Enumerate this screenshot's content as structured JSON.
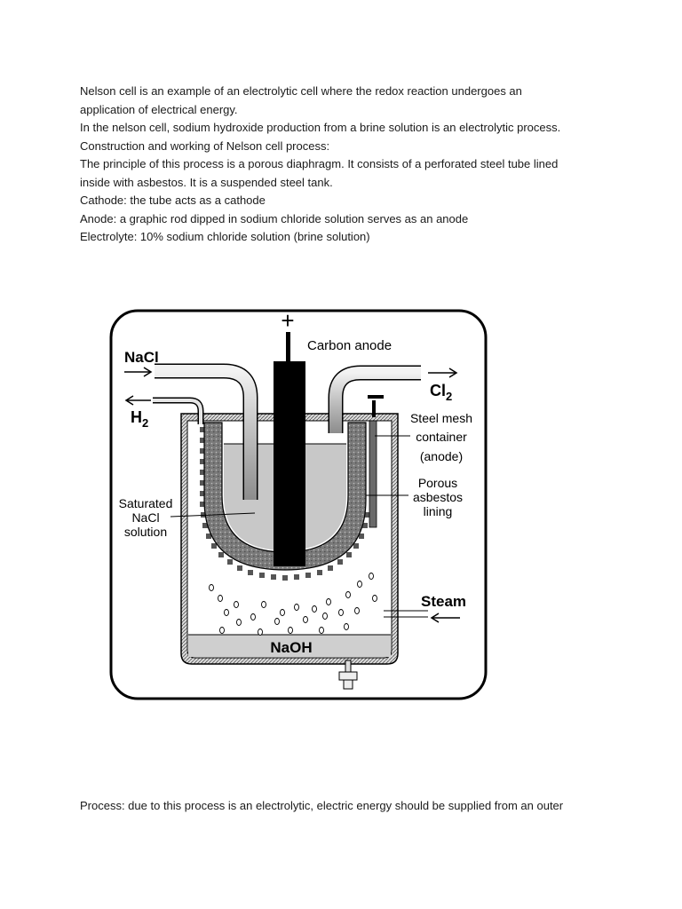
{
  "document": {
    "paragraphs": [
      "Nelson cell is an example of an electrolytic cell where the redox reaction undergoes an",
      "application of electrical energy.",
      "In the nelson cell, sodium hydroxide production from a brine solution is an electrolytic process.",
      "Construction and working of Nelson cell process:",
      "The principle of this process is a porous diaphragm. It consists of a perforated steel tube lined",
      "inside with asbestos. It is a suspended steel tank.",
      "Cathode: the tube acts as a cathode",
      "Anode: a graphic rod dipped in sodium chloride solution serves as an anode",
      "Electrolyte: 10% sodium chloride solution (brine solution)"
    ],
    "footer": "Process: due to this process is an electrolytic, electric energy should be supplied from an outer"
  },
  "diagram": {
    "plus_sign": "+",
    "minus_sign": "−",
    "carbon_anode": "Carbon anode",
    "nacl": "NaCl",
    "h2": "H",
    "h2_sub": "2",
    "cl2": "Cl",
    "cl2_sub": "2",
    "steel_mesh_1": "Steel mesh",
    "steel_mesh_2": "container",
    "steel_mesh_3": "(anode)",
    "porous_1": "Porous",
    "porous_2": "asbestos",
    "porous_3": "lining",
    "saturated_1": "Saturated",
    "saturated_2": "NaCl",
    "saturated_3": "solution",
    "steam": "Steam",
    "naoh": "NaOH"
  }
}
